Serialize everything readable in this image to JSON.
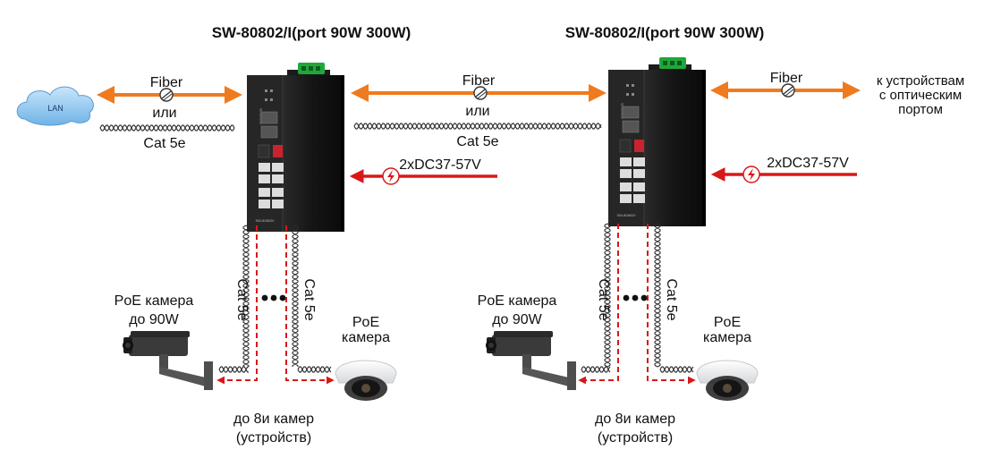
{
  "colors": {
    "fiber": "#f07a1e",
    "power": "#d81818",
    "device_body": "#141414",
    "cloud": "#8fc6ee",
    "port_green": "#1fa83a",
    "dip_red": "#c9232f"
  },
  "icons": {
    "cloud": "lan-cloud-icon",
    "switch": "industrial-switch-icon",
    "bullet_camera": "bullet-camera-icon",
    "dome_camera": "dome-camera-icon",
    "fiber_break": "fiber-break-icon",
    "lightning": "lightning-icon",
    "ellipsis": "ellipsis-icon"
  },
  "left": {
    "title": "SW-80802/I(port 90W 300W)",
    "cloud_label": "LAN",
    "fiber_label": "Fiber",
    "or_label": "или",
    "cat_label": "Cat 5e",
    "power_label": "2xDC37-57V",
    "device_brand": "OSNOVO",
    "device_model": "SW-80802/I",
    "cable_left_label": "Cat 5e",
    "cable_right_label": "Cat 5e",
    "poe_cam_line1": "PoE камера",
    "poe_cam_line2": "до 90W",
    "dome_line1": "PoE",
    "dome_line2": "камера",
    "max_line1": "до 8и камер",
    "max_line2": "(устройств)"
  },
  "right": {
    "title": "SW-80802/I(port 90W 300W)",
    "fiber_mid_label": "Fiber",
    "or_label": "или",
    "cat_label": "Cat 5e",
    "fiber_right_label": "Fiber",
    "dest_line1": "к устройствам",
    "dest_line2": "с оптическим",
    "dest_line3": "портом",
    "power_label": "2xDC37-57V",
    "device_brand": "OSNOVO",
    "device_model": "SW-80802/I",
    "cable_left_label": "Cat 5e",
    "cable_right_label": "Cat 5e",
    "poe_cam_line1": "PoE камера",
    "poe_cam_line2": "до 90W",
    "dome_line1": "PoE",
    "dome_line2": "камера",
    "max_line1": "до 8и камер",
    "max_line2": "(устройств)"
  }
}
